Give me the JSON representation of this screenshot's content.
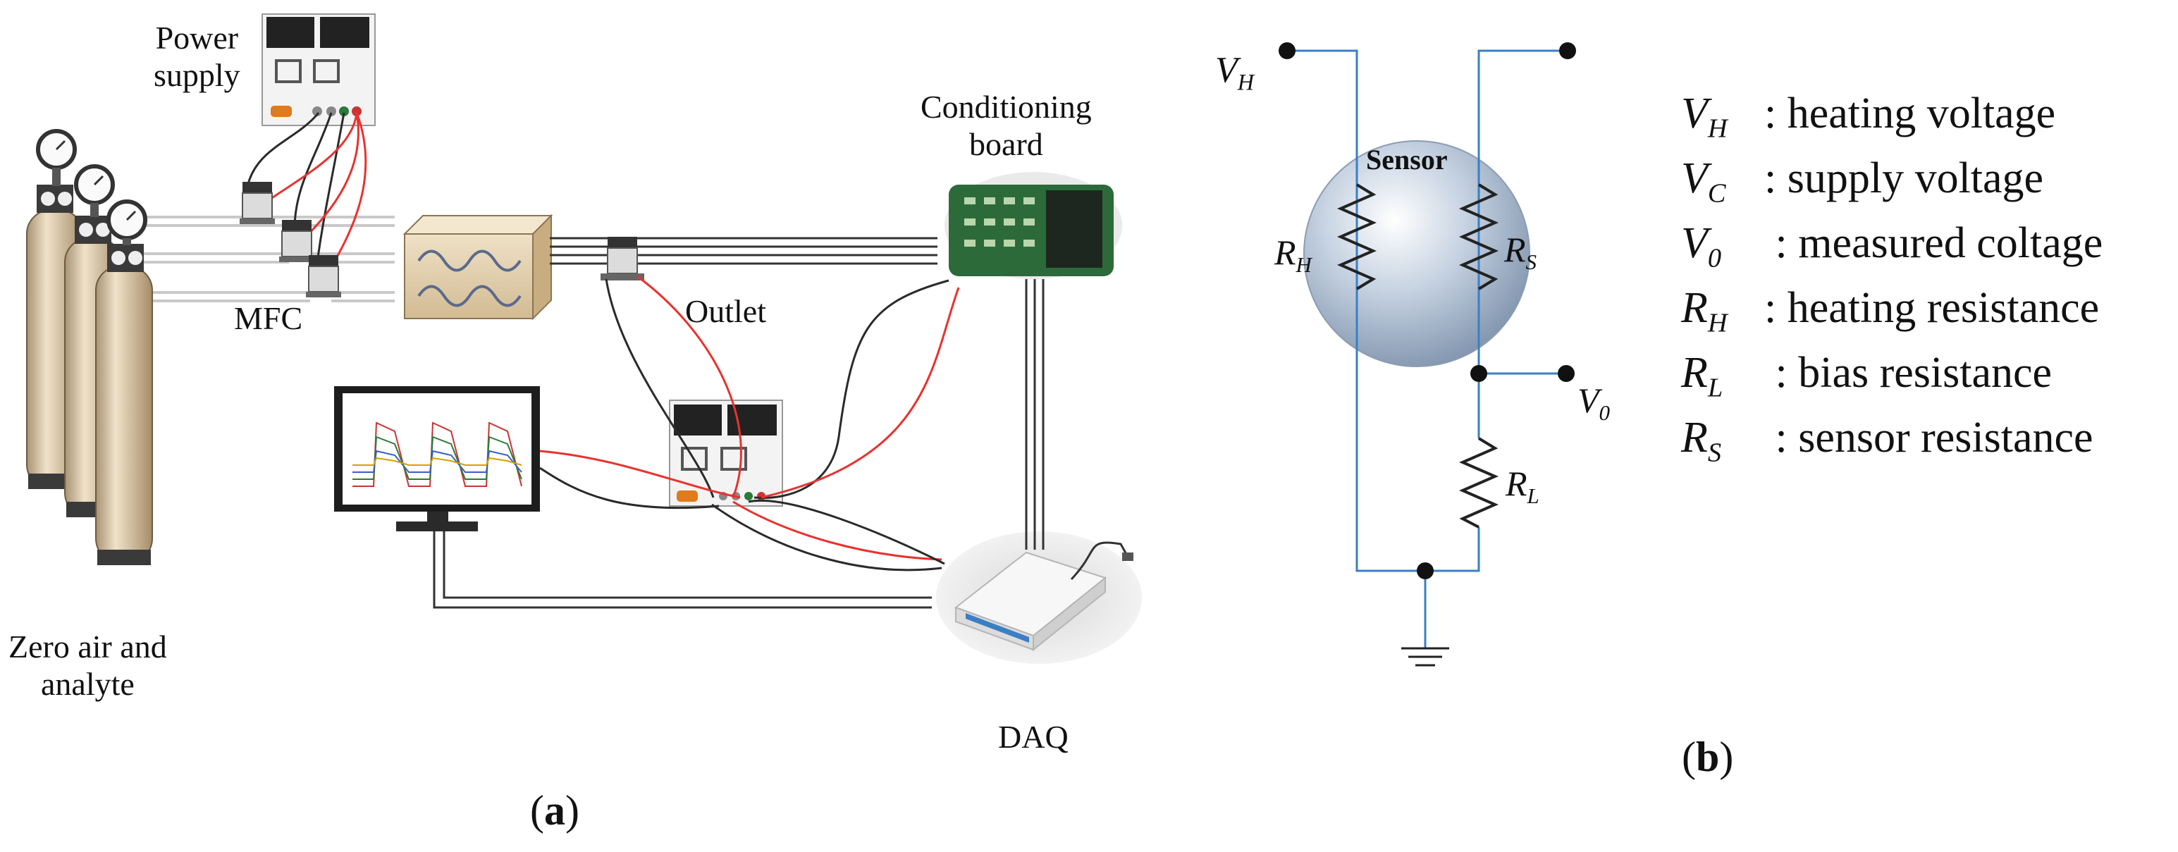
{
  "panel_a": {
    "label_open": "(",
    "label_letter": "a",
    "label_close": ")",
    "power_supply": [
      "Power",
      "supply"
    ],
    "mfc": "MFC",
    "conditioning_board": [
      "Conditioning",
      "board"
    ],
    "outlet": "Outlet",
    "cylinders": [
      "Zero air and",
      "analyte"
    ],
    "daq": "DAQ"
  },
  "panel_b": {
    "label_open": "(",
    "label_letter": "b",
    "label_close": ")",
    "sensor": "Sensor",
    "nodes": {
      "vh": {
        "base": "V",
        "sub": "H"
      },
      "v0": {
        "base": "V",
        "sub": "0"
      },
      "rh": {
        "base": "R",
        "sub": "H"
      },
      "rs": {
        "base": "R",
        "sub": "S"
      },
      "rl": {
        "base": "R",
        "sub": "L"
      }
    },
    "legend": [
      {
        "base": "V",
        "sub": "H",
        "text": ": heating voltage"
      },
      {
        "base": "V",
        "sub": "C",
        "text": ": supply voltage"
      },
      {
        "base": "V",
        "sub": "0",
        "text": " : measured coltage"
      },
      {
        "base": "R",
        "sub": "H",
        "text": ": heating resistance"
      },
      {
        "base": "R",
        "sub": "L",
        "text": " : bias resistance"
      },
      {
        "base": "R",
        "sub": "S",
        "text": " : sensor resistance"
      }
    ]
  },
  "colors": {
    "wire_red": "#e8322f",
    "wire_black": "#2a2a2a",
    "circuit_blue": "#3a7fc4",
    "cylinder_body": "#d9c4a3",
    "board_green": "#2d6a3a",
    "sensor_sphere": "#b8c6d8"
  }
}
